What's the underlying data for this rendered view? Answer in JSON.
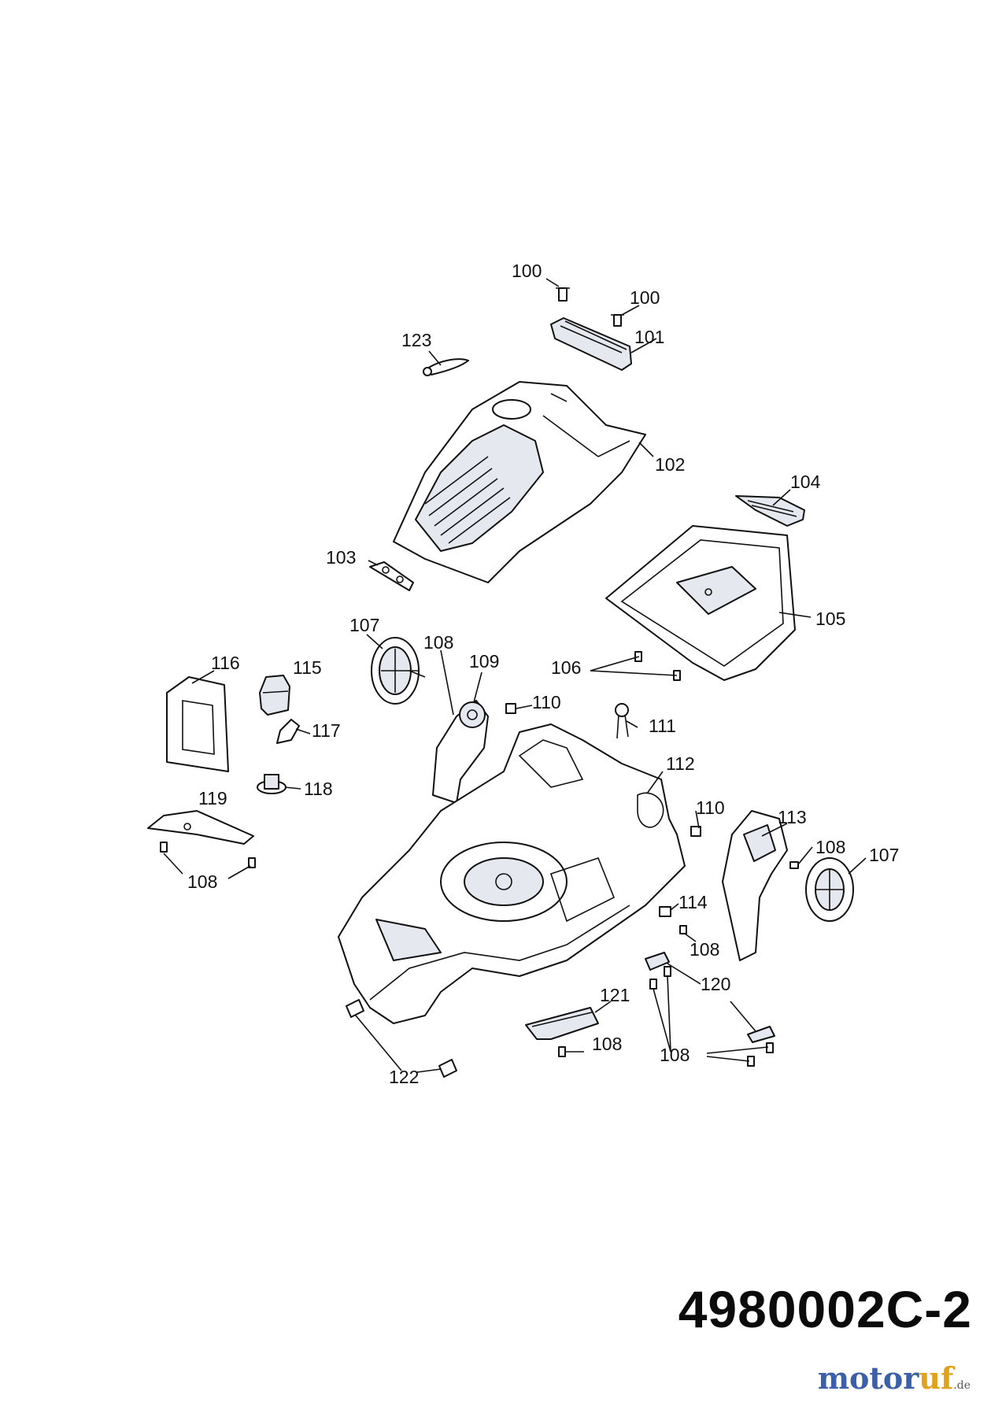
{
  "drawing_number": "4980002C-2",
  "brand": {
    "name_main": "motor",
    "name_accent": "uf",
    "tld": ".de"
  },
  "callouts": [
    "100",
    "100",
    "101",
    "123",
    "102",
    "104",
    "103",
    "105",
    "107",
    "108",
    "109",
    "116",
    "115",
    "106",
    "110",
    "111",
    "117",
    "112",
    "118",
    "110",
    "113",
    "119",
    "108",
    "107",
    "108",
    "114",
    "108",
    "120",
    "121",
    "122",
    "108",
    "108"
  ],
  "colors": {
    "part_shade": "#e6e8ef",
    "line": "#111111",
    "brand_blue": "#3b5fa8",
    "brand_orange": "#e0a21a"
  }
}
